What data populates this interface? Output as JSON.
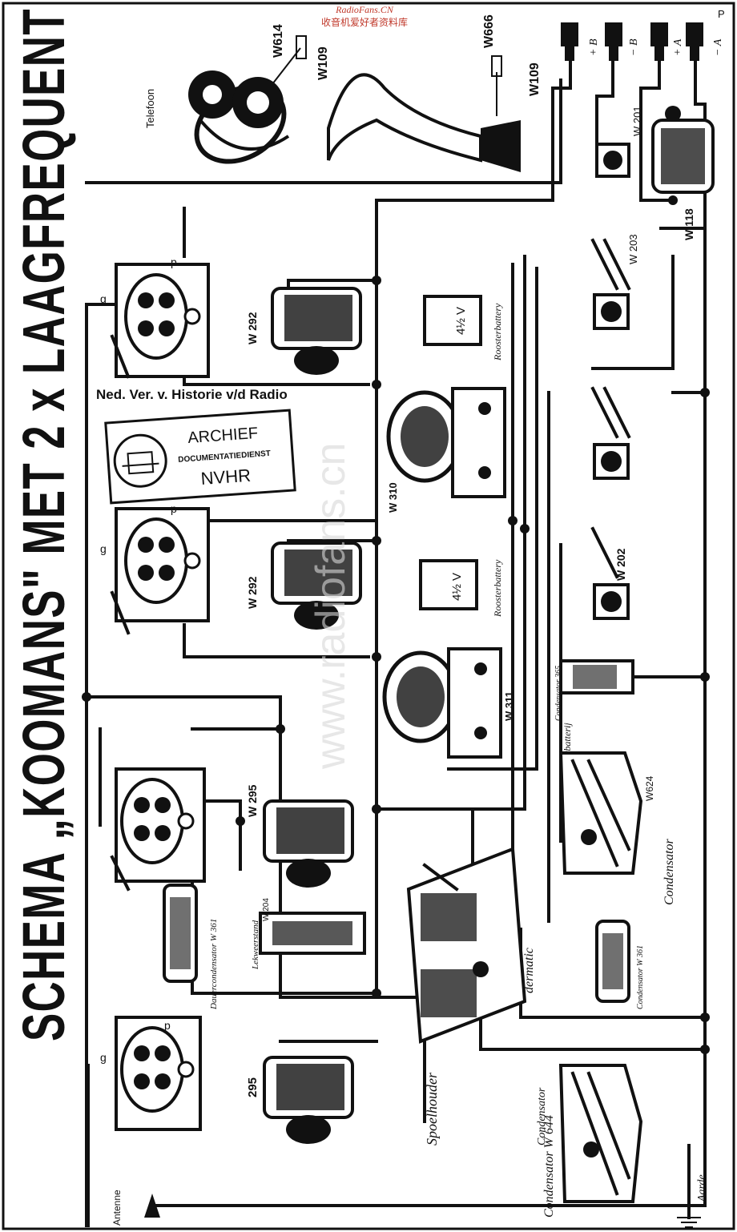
{
  "header": {
    "watermark_site": "RadioFans.CN",
    "watermark_cn": "收音机爱好者资料库",
    "title": "SCHEMA „KOOMANS\" MET 2 x LAAGFREQUENT",
    "corner_mark": "P"
  },
  "stamp": {
    "org_line": "Ned. Ver. v. Historie v/d Radio",
    "archief": "ARCHIEF",
    "documentatiedienst": "DOCUMENTATIEDIENST",
    "nvhr": "NVHR"
  },
  "watermark_bg": "www.radiofans.cn",
  "labels": {
    "telefoon": "Telefoon",
    "w614": "W614",
    "w109_a": "W109",
    "w666": "W666",
    "w109_b": "W109",
    "plus_b": "+ B",
    "minus_b": "− B",
    "plus_a": "+ A",
    "minus_a": "− A",
    "w201": "W 201",
    "w118": "W 118",
    "w203": "W 203",
    "w202_jack": "W 202",
    "w292_top": "W 292",
    "w292_mid": "W 292",
    "w295": "W 295",
    "w310": "W 310",
    "w311": "W 311",
    "roosterbattery_1": "Roosterbattery",
    "roosterbattery_2": "Roosterbattery",
    "batt_1": "4½ V",
    "batt_2": "4½ V",
    "roosterbatterij": "Roosterbatterij",
    "condensator_365": "Condensator 365",
    "w624": "W624",
    "condensator_1": "Condensator",
    "condensator_2": "Condensator",
    "condensator_w361": "Condensator W 361",
    "condensator_w644": "Condensator W 644",
    "dermatic": "dermatic",
    "spoelhouder": "Spoelhouder",
    "antenne": "Antenne",
    "aarde": "Aarde",
    "w295_bottom": "295",
    "lekweerstand": "Lekweerstand",
    "w204": "W 204",
    "dauercondensator": "Dauercondensator W 361",
    "g": "g",
    "p": "p"
  },
  "colors": {
    "ink": "#111111",
    "paper": "#ffffff",
    "watermark_red": "#c0392b",
    "watermark_grey": "#d8d8d8"
  }
}
